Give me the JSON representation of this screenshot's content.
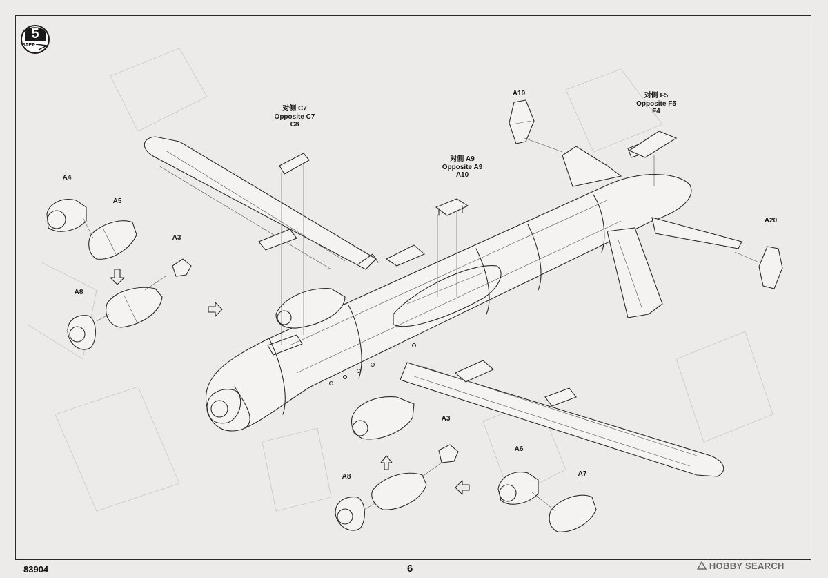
{
  "step": {
    "number": "5",
    "word": "STEP"
  },
  "footer": {
    "code": "83904",
    "page": "6",
    "watermark": "HOBBY SEARCH"
  },
  "callouts": {
    "a19": "A19",
    "f5": {
      "cn": "对侧 F5",
      "en": "Opposite F5",
      "part": "F4"
    },
    "c7": {
      "cn": "对侧 C7",
      "en": "Opposite C7",
      "part": "C8"
    },
    "a9": {
      "cn": "对侧 A9",
      "en": "Opposite A9",
      "part": "A10"
    },
    "a20": "A20",
    "a4": "A4",
    "a5": "A5",
    "a3_left": "A3",
    "a8_left": "A8",
    "a3_right": "A3",
    "a8_right": "A8",
    "a6": "A6",
    "a7": "A7"
  }
}
